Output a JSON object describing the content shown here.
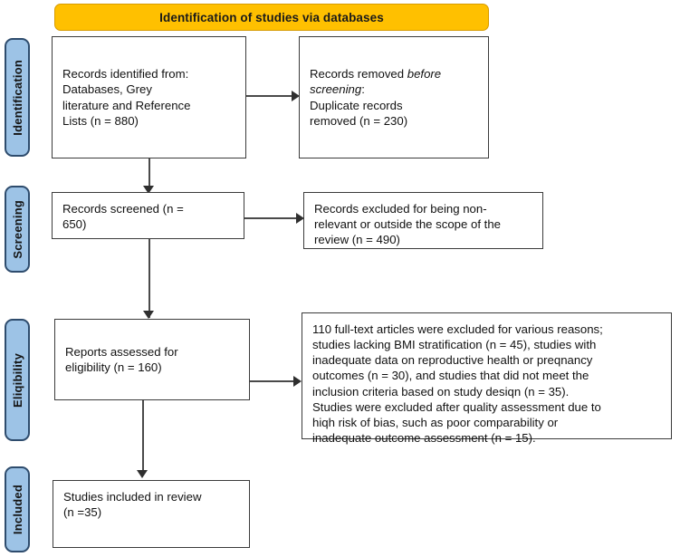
{
  "diagram": {
    "type": "prisma-flow-diagram",
    "banner": {
      "label": "Identification of studies via databases"
    },
    "stages": [
      {
        "key": "identification",
        "label": "Identification"
      },
      {
        "key": "screening",
        "label": "Screening"
      },
      {
        "key": "eligibility",
        "label": "Eliqibility"
      },
      {
        "key": "included",
        "label": "Included"
      }
    ],
    "boxes": {
      "records_identified": {
        "text": "Records identified from:\n   Databases, Grey\n   literature and Reference\n   Lists (n = 880)",
        "count": 880
      },
      "records_removed": {
        "text_before": "Records removed ",
        "text_italic": "before screening",
        "text_after": ":\n   Duplicate records\n   removed (n = 230)",
        "count": 230
      },
      "records_screened": {
        "text": "Records screened (n =\n650)",
        "count": 650
      },
      "records_excluded": {
        "text": "Records excluded for being non-\nrelevant or outside the scope of the\nreview (n = 490)",
        "count": 490
      },
      "reports_assessed": {
        "text": "Reports assessed for\neligibility (n = 160)",
        "count": 160
      },
      "reports_excluded": {
        "text": "110 full-text articles were excluded for various reasons;\nstudies lacking BMI stratification (n = 45), studies with\ninadequate data on reproductive health or preqnancy\noutcomes (n = 30), and studies that did not meet the\ninclusion criteria based on study desiqn (n = 35).\nStudies were excluded after quality assessment due to\nhiqh risk of bias, such as poor comparability or\ninadequate outcome assessment (n = 15).",
        "counts": [
          110,
          45,
          30,
          35,
          15
        ]
      },
      "studies_included": {
        "text": "Studies included in review\n(n =35)",
        "count": 35
      }
    },
    "colors": {
      "banner_fill": "#FFC000",
      "banner_border": "#D79B00",
      "stage_fill": "#9DC3E6",
      "stage_border": "#2E4C6D",
      "box_border": "#3b3b3b",
      "connector": "#4a4a4a",
      "background": "#ffffff"
    }
  }
}
